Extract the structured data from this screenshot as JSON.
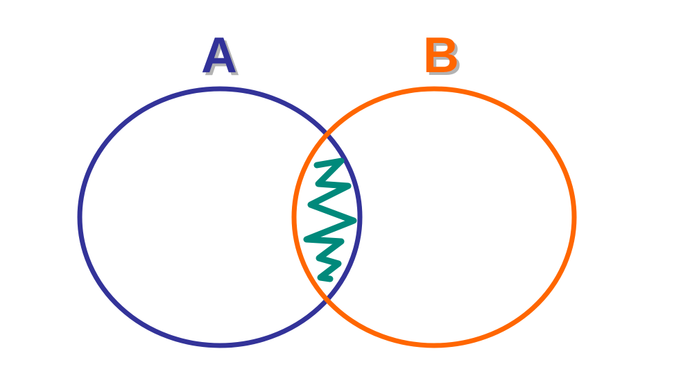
{
  "diagram": {
    "sets": [
      {
        "name": "A",
        "color": "#333399"
      },
      {
        "name": "B",
        "color": "#ff6600"
      }
    ],
    "intersection": {
      "color": "#00897b",
      "marker": "zigzag-hatch"
    }
  }
}
